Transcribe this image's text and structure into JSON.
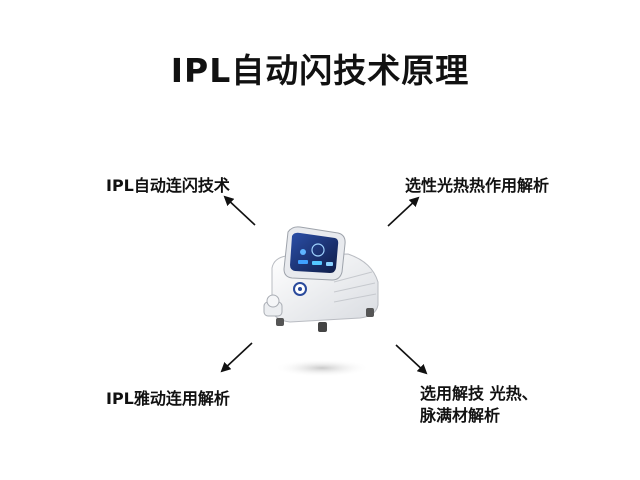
{
  "title": "IPL自动闪技术原理",
  "labels": {
    "top_left": "IPL自动连闪技术",
    "top_right": "选性光热热作用解析",
    "bottom_left": "IPL雅动连用解析",
    "bottom_right_line1": "选用解技 光热、",
    "bottom_right_line2": "脉满材解析"
  },
  "colors": {
    "arrow": "#111111",
    "device_body": "#f2f3f5",
    "screen": "#1c2f6e"
  }
}
